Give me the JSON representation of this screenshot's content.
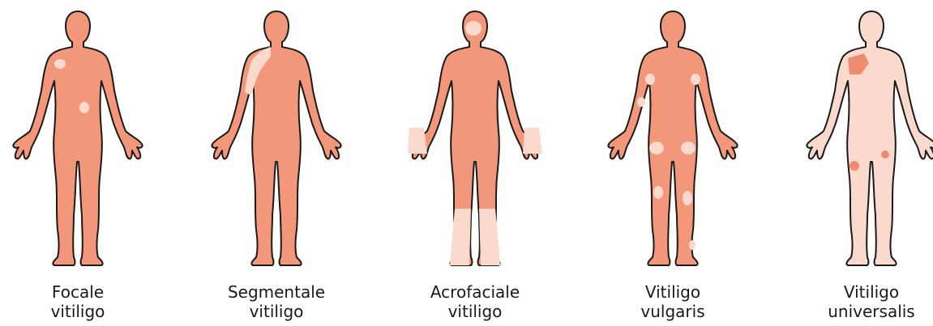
{
  "colors": {
    "skin": "#f2977a",
    "skin_light": "#fbd9cc",
    "outline": "#1a1a1a",
    "depigmented": "#fbd9cc",
    "pigmented_patch": "#ee8c70"
  },
  "figures": [
    {
      "id": "focale",
      "line1": "Focale",
      "line2": "vitiligo",
      "body_color": "skin"
    },
    {
      "id": "segmentale",
      "line1": "Segmentale",
      "line2": "vitiligo",
      "body_color": "skin"
    },
    {
      "id": "acrofaciale",
      "line1": "Acrofaciale",
      "line2": "vitiligo",
      "body_color": "skin"
    },
    {
      "id": "vulgaris",
      "line1": "Vitiligo",
      "line2": "vulgaris",
      "body_color": "skin"
    },
    {
      "id": "universalis",
      "line1": "Vitiligo",
      "line2": "universalis",
      "body_color": "skin_light"
    }
  ]
}
